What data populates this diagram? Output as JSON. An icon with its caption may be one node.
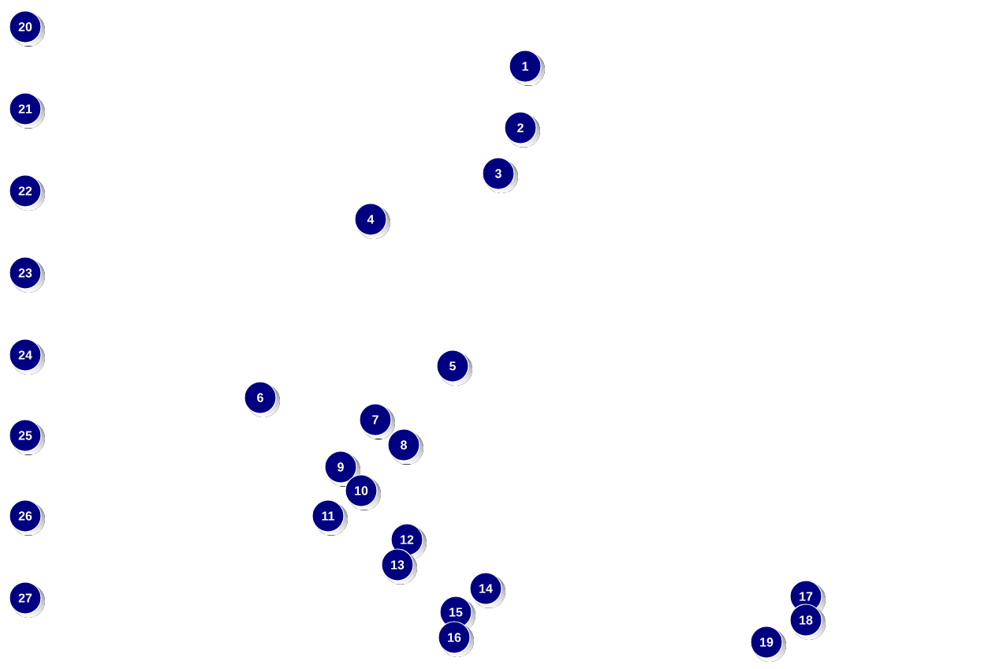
{
  "diagram": {
    "labels": [
      "20",
      "1",
      "21",
      "2",
      "3",
      "22",
      "4",
      "23",
      "24",
      "5",
      "6",
      "7",
      "25",
      "8",
      "9",
      "10",
      "26",
      "11",
      "12",
      "13",
      "14",
      "17",
      "27",
      "15",
      "18",
      "16",
      "19"
    ]
  }
}
